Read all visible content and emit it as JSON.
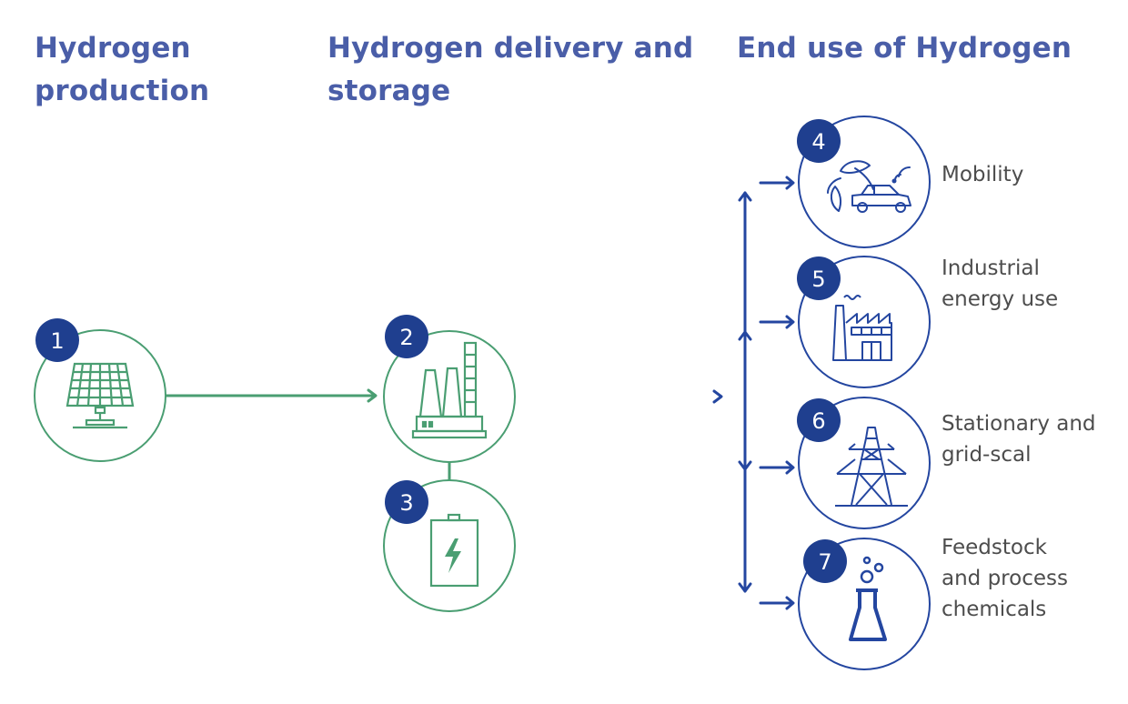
{
  "headings": {
    "production": [
      "Hydrogen",
      "production"
    ],
    "delivery": [
      "Hydrogen delivery and",
      "storage"
    ],
    "end_use": "End use of Hydrogen"
  },
  "colors": {
    "heading": "#4a5ea8",
    "green": "#4a9e72",
    "blue": "#2446a0",
    "badge": "#1f3f8f",
    "label": "#4d4d4d"
  },
  "nodes": [
    {
      "number": "1",
      "icon": "solar-panel-icon",
      "stage": "production",
      "label": ""
    },
    {
      "number": "2",
      "icon": "power-plant-icon",
      "stage": "delivery",
      "label": ""
    },
    {
      "number": "3",
      "icon": "battery-icon",
      "stage": "storage",
      "label": ""
    },
    {
      "number": "4",
      "icon": "eco-car-icon",
      "stage": "end_use",
      "label": "Mobility"
    },
    {
      "number": "5",
      "icon": "factory-icon",
      "stage": "end_use",
      "label": [
        "Industrial",
        "energy use"
      ]
    },
    {
      "number": "6",
      "icon": "transmission-tower-icon",
      "stage": "end_use",
      "label": [
        "Stationary and",
        "grid-scal"
      ]
    },
    {
      "number": "7",
      "icon": "flask-icon",
      "stage": "end_use",
      "label": [
        "Feedstock",
        "and process",
        "chemicals"
      ]
    }
  ]
}
